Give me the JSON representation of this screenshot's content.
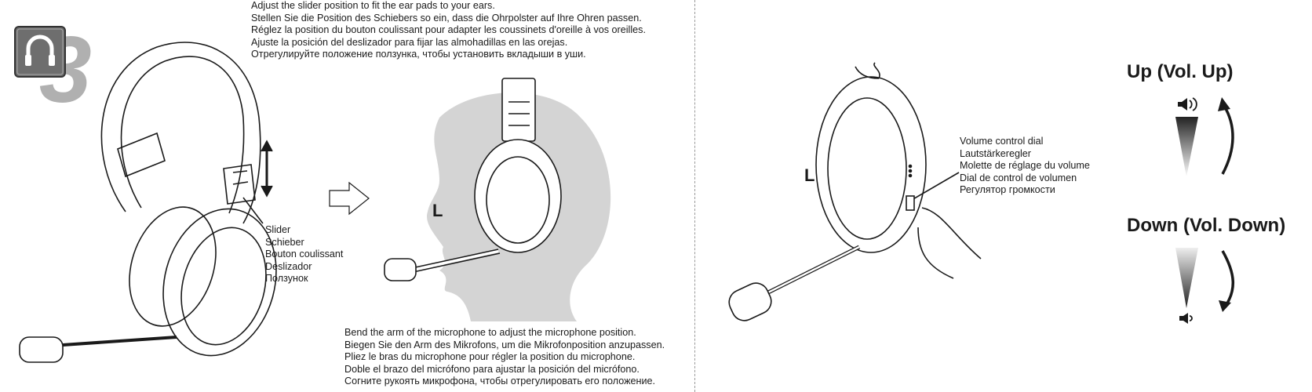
{
  "step": {
    "number": "3",
    "icon": "headphones-icon"
  },
  "slider_instructions": [
    "Adjust the slider position to fit the ear pads to your ears.",
    "Stellen Sie die Position des Schiebers so ein, dass die Ohrpolster auf Ihre Ohren passen.",
    "Réglez la position du bouton coulissant pour adapter les coussinets d'oreille à vos oreilles.",
    "Ajuste la posición del deslizador para fijar las almohadillas en las orejas.",
    "Отрегулируйте положение ползунка, чтобы установить вкладыши в уши."
  ],
  "slider_label": [
    "Slider",
    "Schieber",
    "Bouton coulissant",
    "Deslizador",
    "Ползунок"
  ],
  "mic_instructions": [
    "Bend the arm of the microphone to adjust the microphone position.",
    "Biegen Sie den Arm des Mikrofons, um die Mikrofonposition anzupassen.",
    "Pliez le bras du microphone pour régler la position du microphone.",
    "Doble el brazo del micrófono para ajustar la posición del micrófono.",
    "Согните рукоять микрофона, чтобы отрегулировать его положение."
  ],
  "side_label_head": "L",
  "side_label_ear": "L",
  "volume_label": [
    "Volume control dial",
    "Lautstärkeregler",
    "Molette de réglage du volume",
    "Dial de control de volumen",
    "Регулятор громкости"
  ],
  "volume_up": {
    "title": "Up (Vol. Up)",
    "icon": "speaker-loud-icon"
  },
  "volume_down": {
    "title": "Down (Vol. Down)",
    "icon": "speaker-quiet-icon"
  },
  "colors": {
    "silhouette": "#d4d4d4",
    "step_number": "#b0b0b0",
    "step_icon_bg": "#6e6e6e",
    "ink": "#1a1a1a"
  }
}
